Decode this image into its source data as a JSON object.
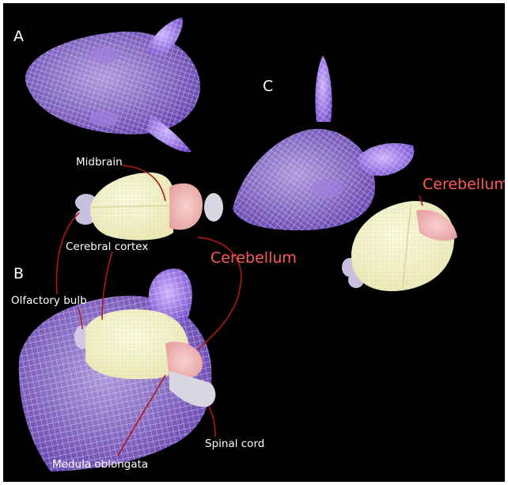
{
  "panels": {
    "a": "A",
    "b": "B",
    "c": "C"
  },
  "labels": {
    "midbrain": "Midbrain",
    "cerebellum_top": "Cerebellum",
    "cerebellum_mid": "Cerebellum",
    "cerebral_cortex": "Cerebral cortex",
    "olfactory_bulb": "Olfactory bulb",
    "spinal_cord": "Spinal cord",
    "medulla_oblongata": "Medula oblongata"
  },
  "colors": {
    "background": "#000000",
    "wireframe": "#b28cf0",
    "brain": "#f2f2c8",
    "cerebellum_tint": "#f3b8b8",
    "leader_line": "#b01818",
    "cerebellum_label": "#ff5a5a",
    "label_text": "#ffffff"
  }
}
